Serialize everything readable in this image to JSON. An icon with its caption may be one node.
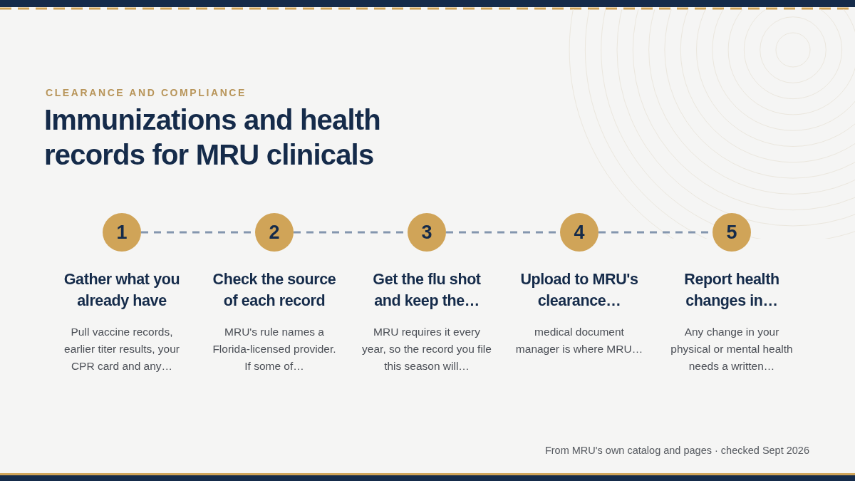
{
  "diagram": {
    "title": "Immunizations and health records for MRU clinicals",
    "caption": "From MRU's own catalog and pages · checked Sept 2026",
    "nodes": [
      {
        "text": [
          "1"
        ],
        "beside": [
          "Gather what you already have",
          "Pull vaccine records, earlier titer results, your CPR card and any…"
        ]
      },
      {
        "text": [
          "2"
        ],
        "beside": [
          "Check the source of each record",
          "MRU's rule names a Florida-licensed provider. If some of…"
        ]
      },
      {
        "text": [
          "3"
        ],
        "beside": [
          "Get the flu shot and keep the…",
          "MRU requires it every year, so the record you file this season will…"
        ]
      },
      {
        "text": [
          "4"
        ],
        "beside": [
          "Upload to MRU's clearance…",
          "medical document manager is where MRU…"
        ]
      },
      {
        "text": [
          "5"
        ],
        "beside": [
          "Report health changes in…",
          "Any change in your physical or mental health needs a written…"
        ]
      }
    ],
    "edges": [
      {
        "from": 0,
        "to": 1,
        "arrow": "none",
        "style": "dashed"
      },
      {
        "from": 1,
        "to": 2,
        "arrow": "none",
        "style": "dashed"
      },
      {
        "from": 2,
        "to": 3,
        "arrow": "none",
        "style": "dashed"
      },
      {
        "from": 3,
        "to": 4,
        "arrow": "none",
        "style": "dashed"
      }
    ],
    "labels": [
      "CLEARANCE AND COMPLIANCE"
    ]
  }
}
